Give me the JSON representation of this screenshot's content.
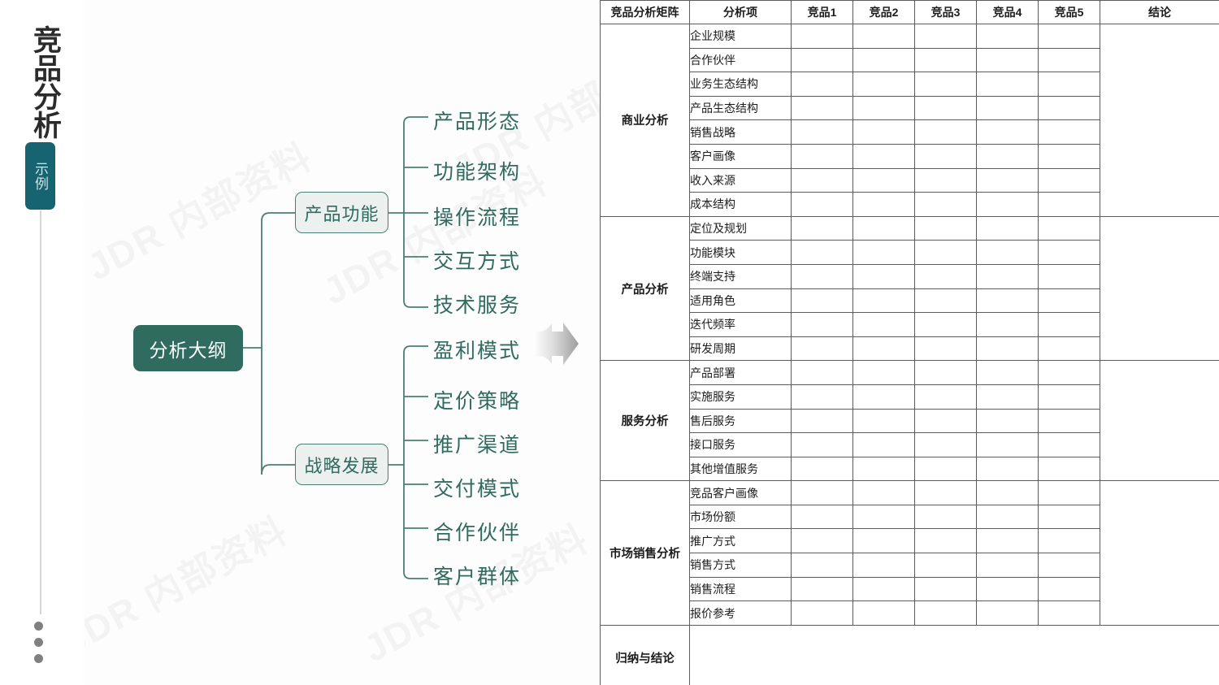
{
  "rail": {
    "title": "竞品分析",
    "badge": "示例",
    "dots_count": 3
  },
  "watermark": {
    "text": "JDR 内部资料"
  },
  "mindmap": {
    "root": {
      "label": "分析大纲"
    },
    "branches": [
      {
        "label": "产品功能",
        "leaves": [
          "产品形态",
          "功能架构",
          "操作流程",
          "交互方式",
          "技术服务"
        ]
      },
      {
        "label": "战略发展",
        "leaves": [
          "盈利模式",
          "定价策略",
          "推广渠道",
          "交付模式",
          "合作伙伴",
          "客户群体"
        ]
      }
    ],
    "colors": {
      "root_fill": "#2f6b5f",
      "root_text": "#ffffff",
      "node_fill": "#ecf1ef",
      "node_border": "#4b7e73",
      "node_text": "#2f6b5f",
      "line": "#4b7e73",
      "leaf_text": "#2f6b5f"
    }
  },
  "arrow": {
    "name": "right-arrow",
    "color": "#b9b9b9"
  },
  "table": {
    "headers": [
      "竞品分析矩阵",
      "分析项",
      "竞品1",
      "竞品2",
      "竞品3",
      "竞品4",
      "竞品5",
      "结论"
    ],
    "groups": [
      {
        "name": "商业分析",
        "items": [
          "企业规模",
          "合作伙伴",
          "业务生态结构",
          "产品生态结构",
          "销售战略",
          "客户画像",
          "收入来源",
          "成本结构"
        ]
      },
      {
        "name": "产品分析",
        "items": [
          "定位及规划",
          "功能模块",
          "终端支持",
          "适用角色",
          "迭代频率",
          "研发周期"
        ]
      },
      {
        "name": "服务分析",
        "items": [
          "产品部署",
          "实施服务",
          "售后服务",
          "接口服务",
          "其他增值服务"
        ]
      },
      {
        "name": "市场销售分析",
        "items": [
          "竞品客户画像",
          "市场份额",
          "推广方式",
          "销售方式",
          "销售流程",
          "报价参考"
        ]
      }
    ],
    "summary_row": {
      "name": "归纳与结论"
    }
  }
}
